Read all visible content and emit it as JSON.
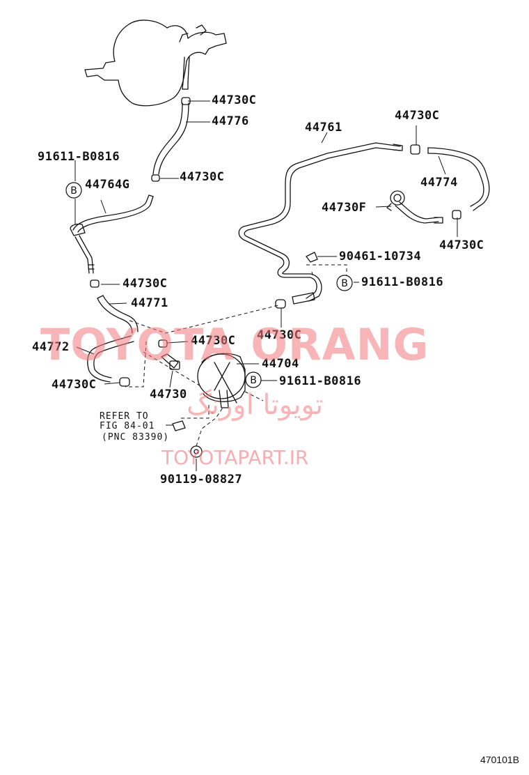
{
  "labels": {
    "l1": "44730C",
    "l2": "44776",
    "l3": "44761",
    "l4": "44730C",
    "l5": "91611-B0816",
    "l6": "44764G",
    "l7": "44730C",
    "l8": "44774",
    "l9": "44730F",
    "l10": "44730C",
    "l11": "90461-10734",
    "l12": "91611-B0816",
    "l13": "44730C",
    "l14": "44771",
    "l15": "44730C",
    "l16": "44772",
    "l17": "44730C",
    "l18": "44704",
    "l19": "44730C",
    "l20": "91611-B0816",
    "l21": "44730",
    "l22": "90119-08827"
  },
  "reference_note": {
    "line1": "REFER TO",
    "line2": "FIG 84-01",
    "line3": "(PNC 83390)"
  },
  "clamp_marker": "B",
  "watermark": {
    "main": "TOYOTA ORANG",
    "persian": "تویوتا اورنگ",
    "url": "TOYOTAPART.IR",
    "color": "#f0787d"
  },
  "diagram_code": "470101B"
}
